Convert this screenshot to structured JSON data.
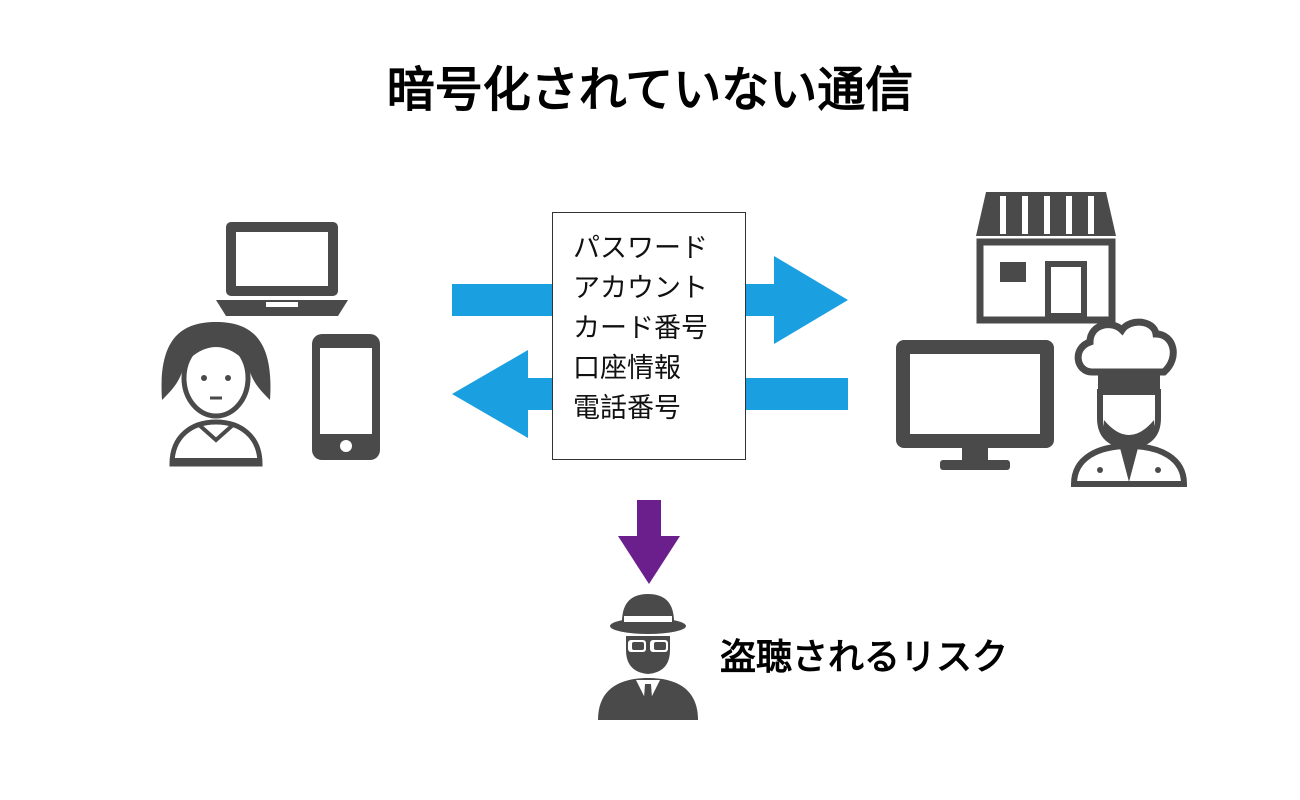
{
  "title": "暗号化されていない通信",
  "data_items": [
    "パスワード",
    "アカウント",
    "カード番号",
    "口座情報",
    "電話番号"
  ],
  "risk_label": "盗聴されるリスク",
  "colors": {
    "arrow_blue": "#1a9fe0",
    "arrow_purple": "#6b1f8c",
    "icon_gray": "#4a4a4a"
  },
  "icons": [
    "laptop-icon",
    "woman-icon",
    "smartphone-icon",
    "shop-icon",
    "monitor-icon",
    "chef-icon",
    "spy-icon"
  ]
}
